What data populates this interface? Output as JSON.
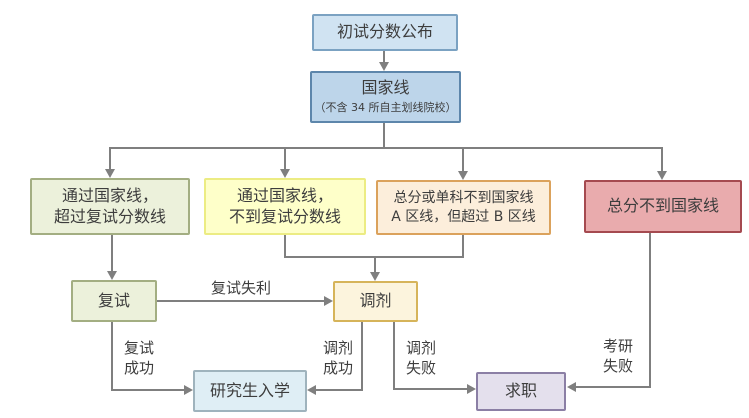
{
  "flowchart": {
    "nodes": {
      "score_release": {
        "label": "初试分数公布",
        "bg": "#d0e3f2",
        "border": "#7ba2c2"
      },
      "national_line": {
        "label": "国家线",
        "subtitle": "（不含 34 所自主划线院校）",
        "bg": "#bdd5ea",
        "border": "#5d86ab"
      },
      "pass_above_retest_line": {
        "line1": "通过国家线，",
        "line2": "超过复试分数线",
        "bg": "#ecf1db",
        "border": "#a3ae82"
      },
      "pass_below_retest_line": {
        "line1": "通过国家线，",
        "line2": "不到复试分数线",
        "bg": "#feffc9",
        "border": "#ecec83"
      },
      "below_a_above_b": {
        "line1": "总分或单科不到国家线",
        "line2": "A 区线，但超过 B 区线",
        "bg": "#fceedb",
        "border": "#dba25c"
      },
      "below_national_line": {
        "label": "总分不到国家线",
        "bg": "#e9abad",
        "border": "#a54a50"
      },
      "retest": {
        "label": "复试",
        "bg": "#ecf1db",
        "border": "#a3ae82"
      },
      "adjustment": {
        "label": "调剂",
        "bg": "#fcf4dd",
        "border": "#d6b45a"
      },
      "enrollment": {
        "label": "研究生入学",
        "bg": "#dfeef5",
        "border": "#9fb3bd"
      },
      "job_hunting": {
        "label": "求职",
        "bg": "#e4e0ed",
        "border": "#8b7fa5"
      }
    },
    "edges": {
      "retest_fail": "复试失利",
      "retest_success": "复试成功",
      "adjust_success": "调剂成功",
      "adjust_fail": "调剂失败",
      "postgrad_fail": "考研失败"
    }
  },
  "colors": {
    "connector": "#7f7f7f",
    "text": "#3d3d3d"
  }
}
